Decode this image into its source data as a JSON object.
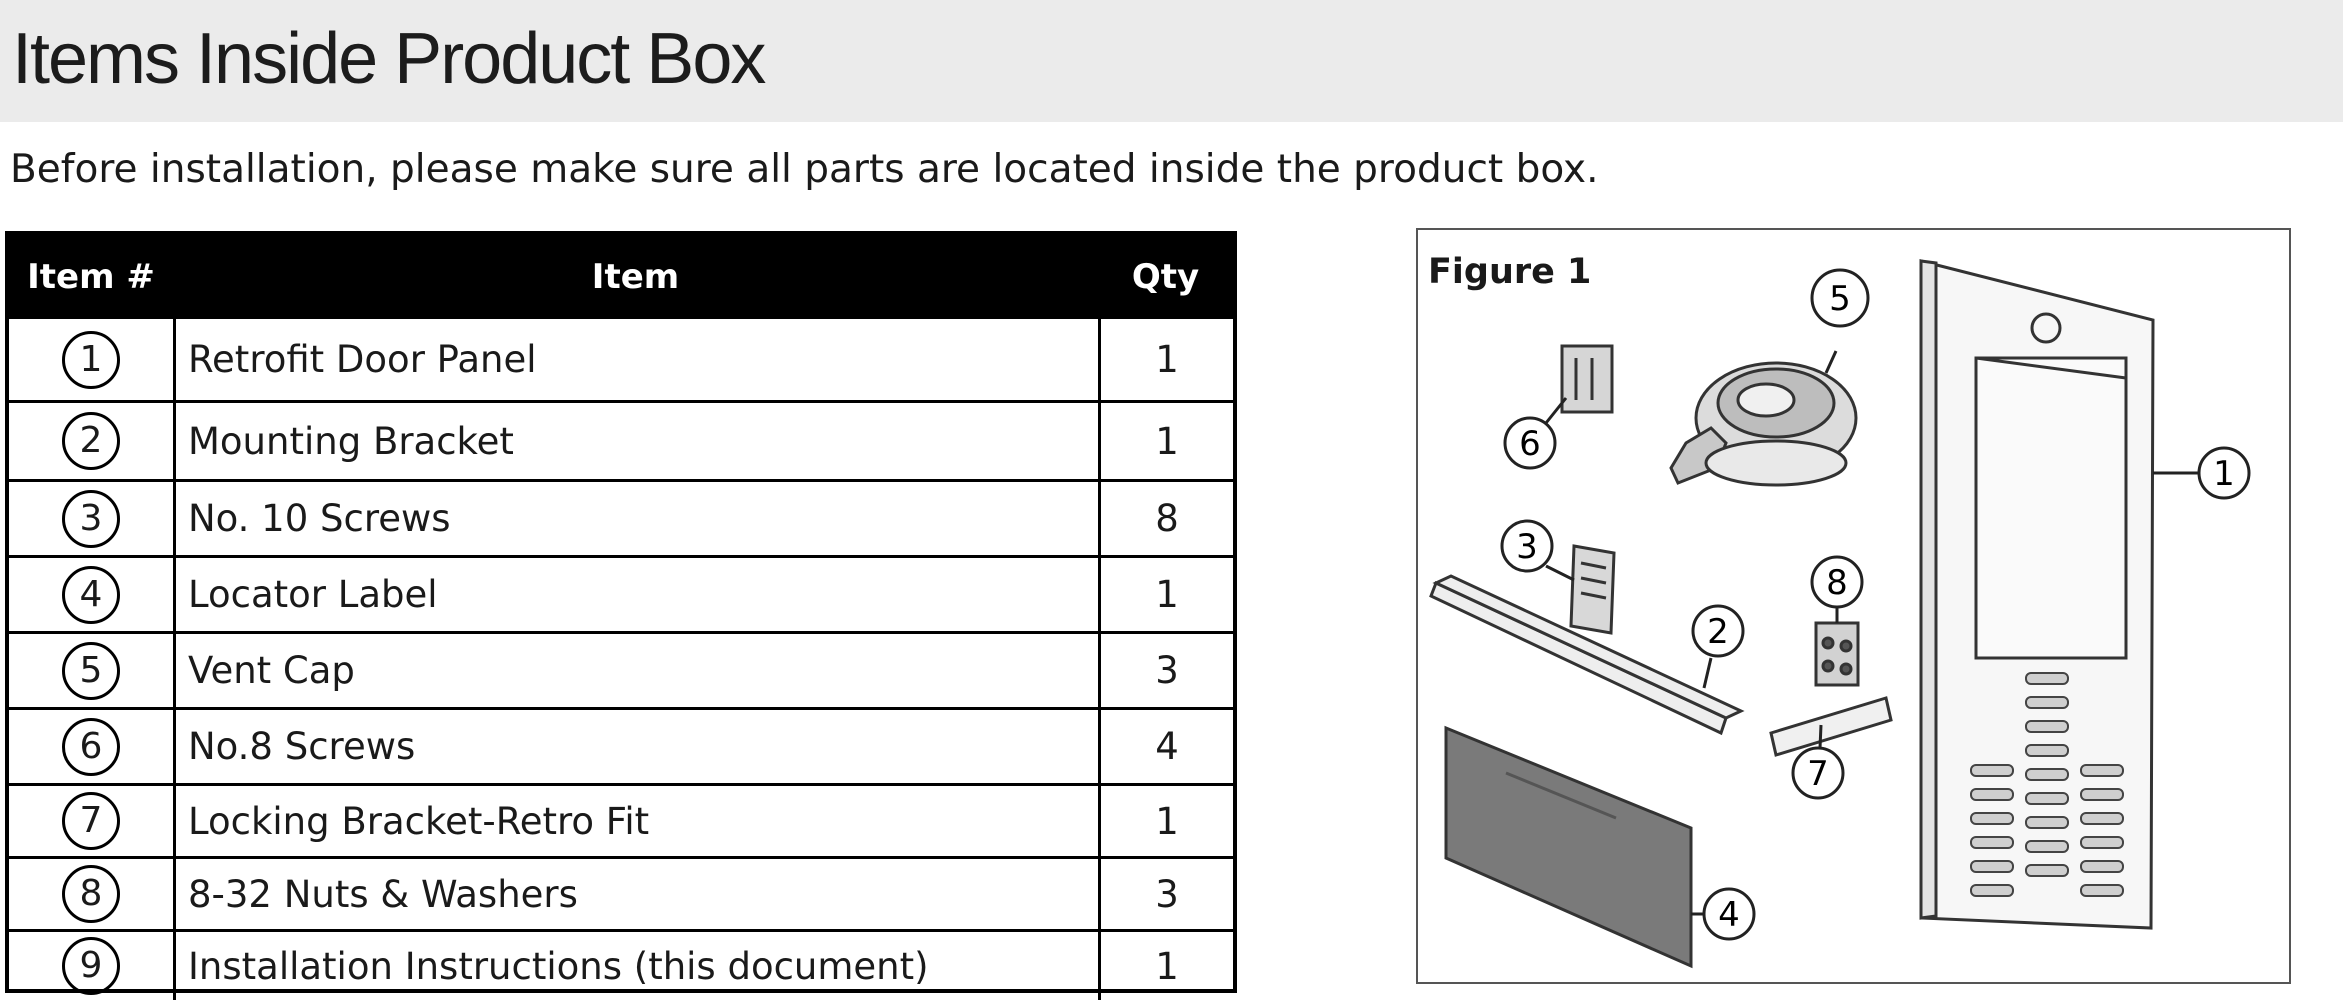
{
  "header": {
    "title": "Items Inside Product Box"
  },
  "intro": "Before installation, please make sure all parts are located inside the product box.",
  "table": {
    "columns": [
      "Item #",
      "Item",
      "Qty"
    ],
    "rows": [
      {
        "num": "1",
        "item": "Retrofit Door Panel",
        "qty": "1"
      },
      {
        "num": "2",
        "item": "Mounting Bracket",
        "qty": "1"
      },
      {
        "num": "3",
        "item": "No. 10 Screws",
        "qty": "8"
      },
      {
        "num": "4",
        "item": "Locator Label",
        "qty": "1"
      },
      {
        "num": "5",
        "item": "Vent Cap",
        "qty": "3"
      },
      {
        "num": "6",
        "item": "No.8 Screws",
        "qty": "4"
      },
      {
        "num": "7",
        "item": "Locking Bracket-Retro Fit",
        "qty": "1"
      },
      {
        "num": "8",
        "item": "8-32 Nuts & Washers",
        "qty": "3"
      },
      {
        "num": "9",
        "item": "Installation Instructions (this document)",
        "qty": "1"
      }
    ]
  },
  "figure": {
    "label": "Figure 1",
    "callouts": [
      "1",
      "2",
      "3",
      "4",
      "5",
      "6",
      "7",
      "8"
    ]
  }
}
